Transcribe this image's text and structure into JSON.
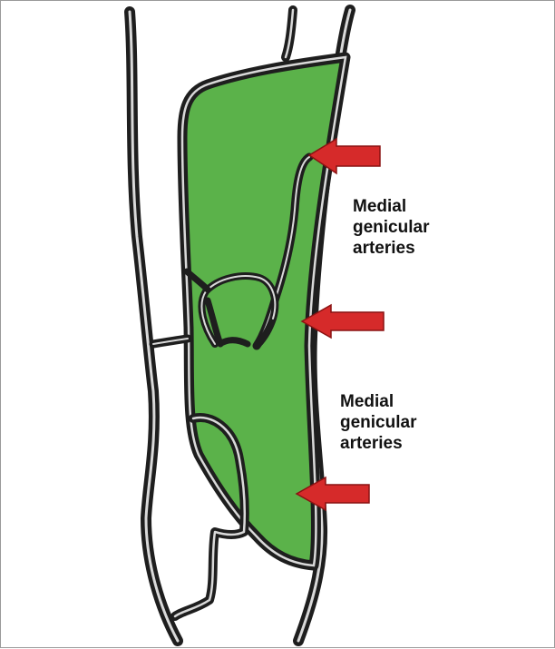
{
  "labels": [
    {
      "line1": "Medial",
      "line2": "genicular",
      "line3": "arteries"
    },
    {
      "line1": "Medial",
      "line2": "genicular",
      "line3": "arteries"
    }
  ],
  "colors": {
    "fill": "#5bb24a",
    "outline": "#1e1e1e",
    "arrow": "#d62a2a"
  },
  "icons": [
    "arrow-left-icon",
    "arrow-left-icon",
    "arrow-left-icon"
  ]
}
